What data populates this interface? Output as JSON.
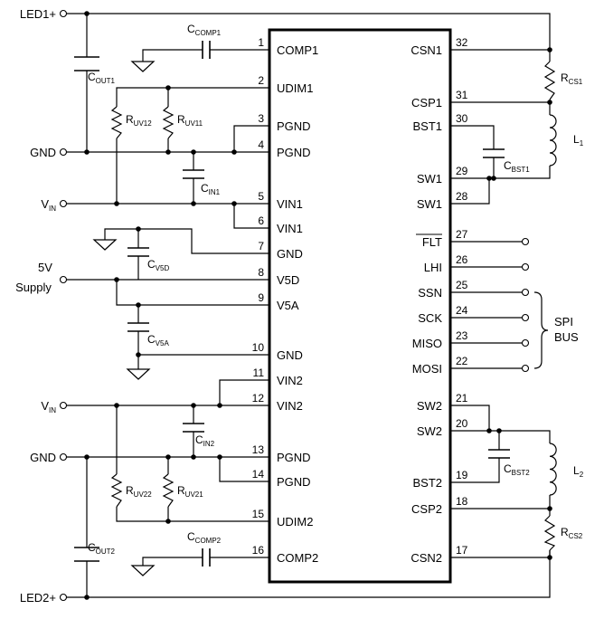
{
  "ic": {
    "left_pins": [
      {
        "num": "1",
        "name": "COMP1"
      },
      {
        "num": "2",
        "name": "UDIM1"
      },
      {
        "num": "3",
        "name": "PGND"
      },
      {
        "num": "4",
        "name": "PGND"
      },
      {
        "num": "5",
        "name": "VIN1"
      },
      {
        "num": "6",
        "name": "VIN1"
      },
      {
        "num": "7",
        "name": "GND"
      },
      {
        "num": "8",
        "name": "V5D"
      },
      {
        "num": "9",
        "name": "V5A"
      },
      {
        "num": "10",
        "name": "GND"
      },
      {
        "num": "11",
        "name": "VIN2"
      },
      {
        "num": "12",
        "name": "VIN2"
      },
      {
        "num": "13",
        "name": "PGND"
      },
      {
        "num": "14",
        "name": "PGND"
      },
      {
        "num": "15",
        "name": "UDIM2"
      },
      {
        "num": "16",
        "name": "COMP2"
      }
    ],
    "right_pins": [
      {
        "num": "32",
        "name": "CSN1"
      },
      {
        "num": "31",
        "name": "CSP1"
      },
      {
        "num": "30",
        "name": "BST1"
      },
      {
        "num": "29",
        "name": "SW1"
      },
      {
        "num": "28",
        "name": "SW1"
      },
      {
        "num": "27",
        "name": "FLT"
      },
      {
        "num": "26",
        "name": "LHI"
      },
      {
        "num": "25",
        "name": "SSN"
      },
      {
        "num": "24",
        "name": "SCK"
      },
      {
        "num": "23",
        "name": "MISO"
      },
      {
        "num": "22",
        "name": "MOSI"
      },
      {
        "num": "21",
        "name": "SW2"
      },
      {
        "num": "20",
        "name": "SW2"
      },
      {
        "num": "19",
        "name": "BST2"
      },
      {
        "num": "18",
        "name": "CSP2"
      },
      {
        "num": "17",
        "name": "CSN2"
      }
    ]
  },
  "nets": {
    "led1": "LED1+",
    "led2": "LED2+",
    "gnd_top": "GND",
    "gnd_bottom": "GND",
    "vin_top": {
      "main": "V",
      "sub": "IN"
    },
    "vin_bottom": {
      "main": "V",
      "sub": "IN"
    },
    "supply_line1": "5V",
    "supply_line2": "Supply",
    "spi_line1": "SPI",
    "spi_line2": "BUS"
  },
  "components": {
    "cout1": {
      "main": "C",
      "sub": "OUT1"
    },
    "ccomp1": {
      "main": "C",
      "sub": "COMP1"
    },
    "ruv12": {
      "main": "R",
      "sub": "UV12"
    },
    "ruv11": {
      "main": "R",
      "sub": "UV11"
    },
    "cin1": {
      "main": "C",
      "sub": "IN1"
    },
    "cv5d": {
      "main": "C",
      "sub": "V5D"
    },
    "cv5a": {
      "main": "C",
      "sub": "V5A"
    },
    "cin2": {
      "main": "C",
      "sub": "IN2"
    },
    "ruv22": {
      "main": "R",
      "sub": "UV22"
    },
    "ruv21": {
      "main": "R",
      "sub": "UV21"
    },
    "cout2": {
      "main": "C",
      "sub": "OUT2"
    },
    "ccomp2": {
      "main": "C",
      "sub": "COMP2"
    },
    "rcs1": {
      "main": "R",
      "sub": "CS1"
    },
    "l1": {
      "main": "L",
      "sub": "1"
    },
    "cbst1": {
      "main": "C",
      "sub": "BST1"
    },
    "cbst2": {
      "main": "C",
      "sub": "BST2"
    },
    "l2": {
      "main": "L",
      "sub": "2"
    },
    "rcs2": {
      "main": "R",
      "sub": "CS2"
    }
  }
}
